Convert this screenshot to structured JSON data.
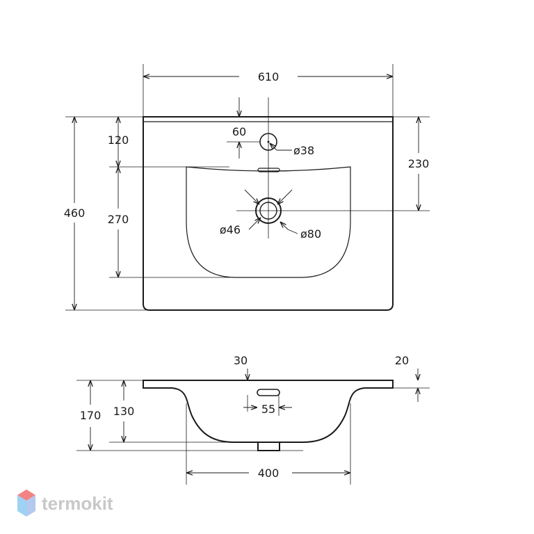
{
  "top_view": {
    "overall_width": "610",
    "overall_depth": "460",
    "tap_hole_from_back": "120",
    "tap_hole_offset": "60",
    "tap_hole_diameter": "ø38",
    "bowl_depth": "270",
    "drain_from_back": "230",
    "drain_inner_diameter": "ø46",
    "drain_outer_diameter": "ø80"
  },
  "side_view": {
    "rim_thickness": "30",
    "rim_edge_thickness": "20",
    "total_height": "170",
    "bowl_height": "130",
    "overflow_height": "55",
    "bowl_width": "400"
  },
  "brand": {
    "name": "termokit",
    "colors": {
      "logo_top": "#f05a5a",
      "logo_left": "#7ec3ef",
      "logo_right": "#9ab8e8",
      "text": "#c8c8c8"
    }
  }
}
